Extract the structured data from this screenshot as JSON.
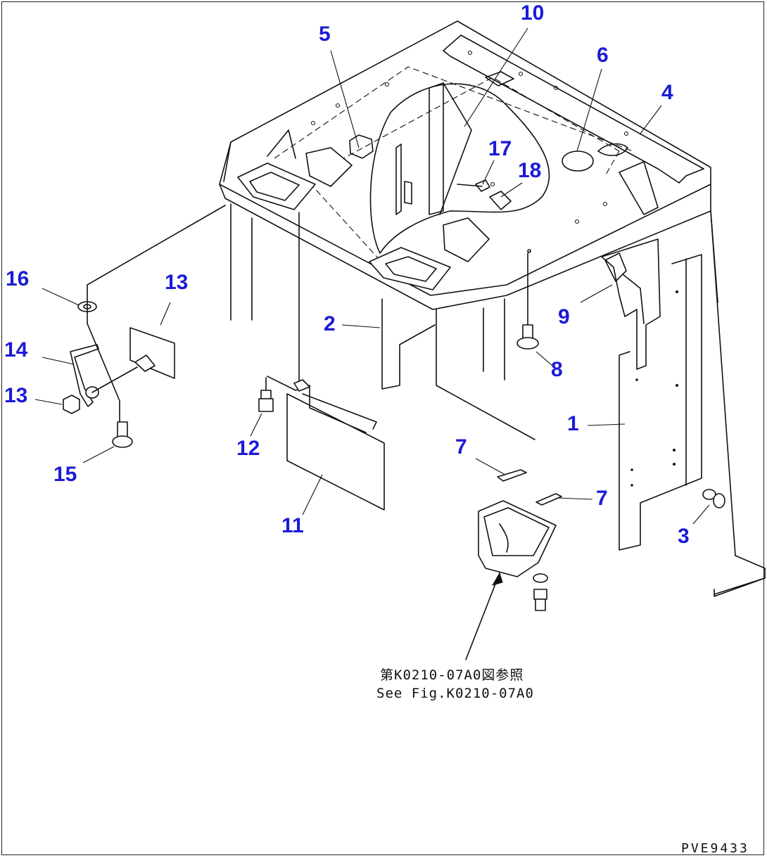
{
  "diagram": {
    "part_numbers": [
      "1",
      "2",
      "3",
      "4",
      "5",
      "6",
      "7",
      "7",
      "8",
      "9",
      "10",
      "11",
      "12",
      "13",
      "13",
      "14",
      "15",
      "16",
      "17",
      "18"
    ],
    "reference_note_ja": "第K0210-07A0図参照",
    "reference_note_en": "See Fig.K0210-07A0",
    "drawing_code": "PVE9433",
    "colors": {
      "label": "#1b1bd6",
      "line": "#111111",
      "background": "#ffffff"
    }
  }
}
